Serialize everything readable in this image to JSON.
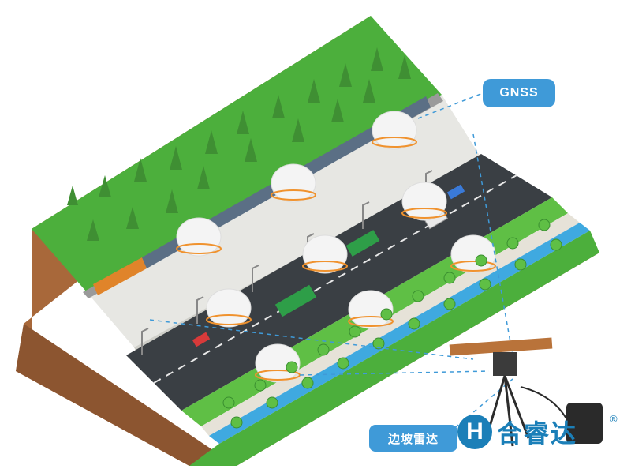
{
  "labels": {
    "gnss": "GNSS",
    "radar": "边坡雷达"
  },
  "brand": {
    "mark": "H",
    "name": "合睿达",
    "registered": "®"
  },
  "colors": {
    "accent": "#3f9ad8",
    "brand": "#1b7fb8",
    "grass": "#4caf3c",
    "soil": "#a8683a",
    "road": "#3a3f44",
    "rock": "#e7e7e3"
  }
}
